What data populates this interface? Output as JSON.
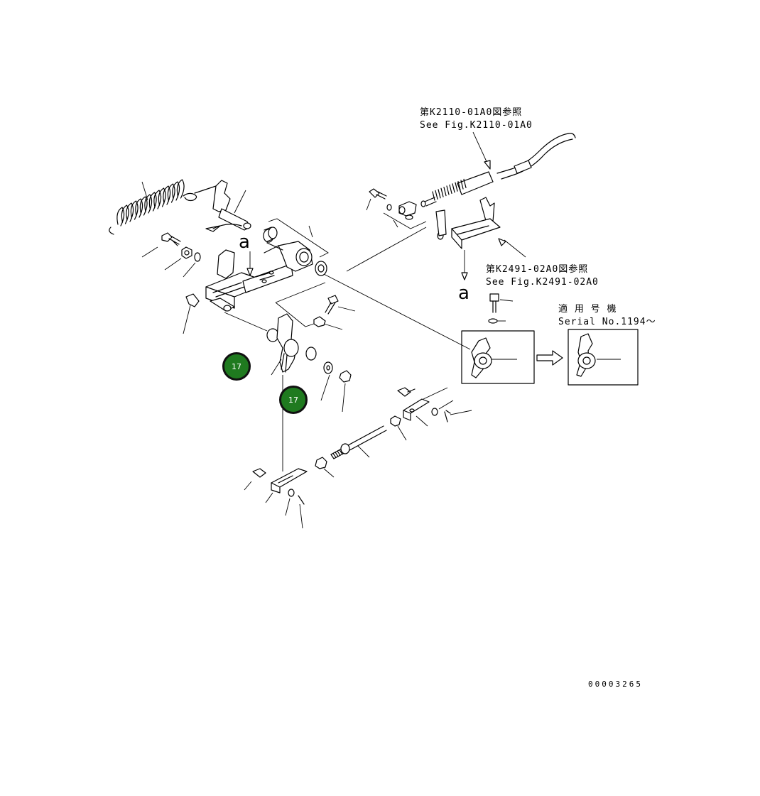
{
  "refs": {
    "cable": {
      "jp": "第K2110-01A0図参照",
      "en": "See Fig.K2110-01A0"
    },
    "bracket": {
      "jp": "第K2491-02A0図参照",
      "en": "See Fig.K2491-02A0"
    },
    "serial": {
      "jp": "適 用 号 機",
      "en": "Serial No.1194～"
    }
  },
  "view_marks": {
    "top": "a",
    "bottom": "a"
  },
  "callouts": [
    {
      "label": "17"
    },
    {
      "label": "17"
    }
  ],
  "drawing_number": "00003265"
}
